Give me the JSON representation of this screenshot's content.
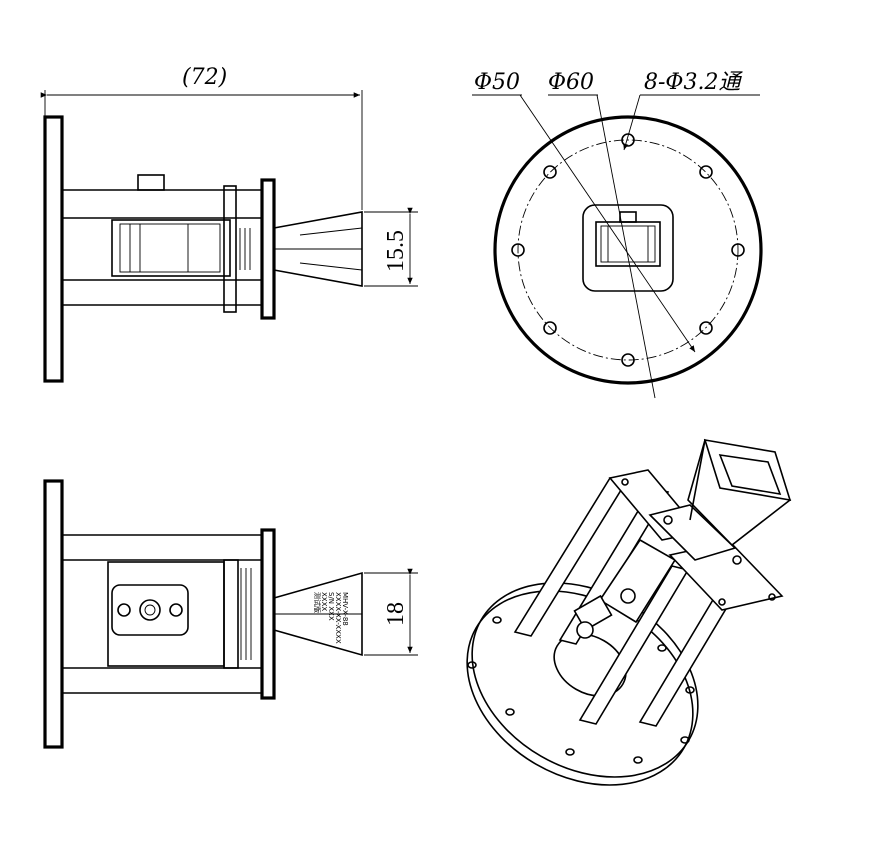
{
  "dimensions": {
    "overall_length": "(72)",
    "horn_height_top": "15.5",
    "horn_height_bottom": "18",
    "bolt_circle_inner": "Φ50",
    "bolt_circle_outer": "Φ60",
    "holes": "8-Φ3.2通"
  },
  "label_plate": [
    "MHV-X-88",
    "XXXX-XX-XXXX",
    "S/N XXX",
    "XXXX",
    "测试版"
  ]
}
